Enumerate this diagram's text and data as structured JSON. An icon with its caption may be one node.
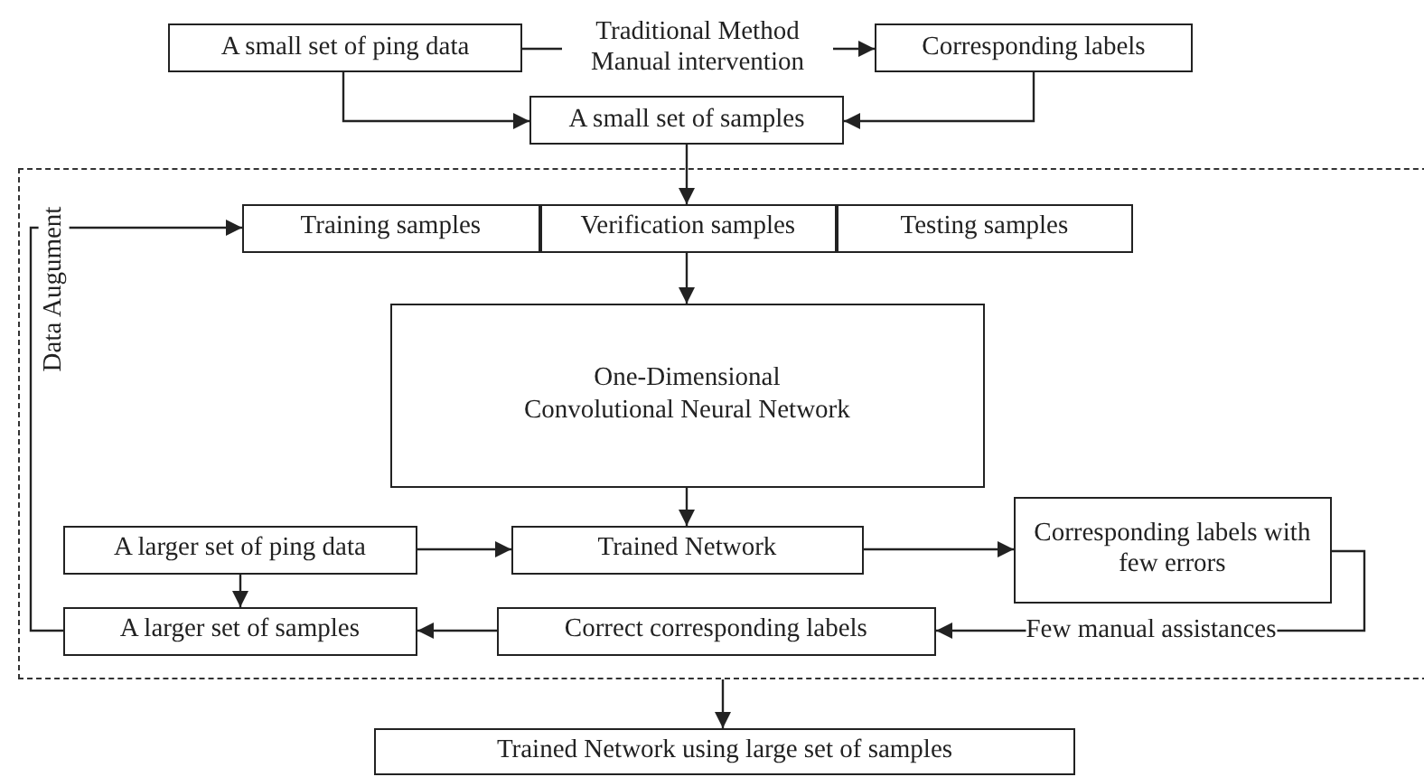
{
  "diagram": {
    "nodes": [
      {
        "text": [
          "A small set of ping data"
        ]
      },
      {
        "text": [
          "Corresponding labels"
        ]
      },
      {
        "text": [
          "A small set of samples"
        ]
      },
      {
        "text": [],
        "shape": "box"
      },
      {
        "text": [
          "Training samples"
        ],
        "in": 3
      },
      {
        "text": [
          "Verification samples"
        ],
        "in": 3
      },
      {
        "text": [
          "Testing samples"
        ],
        "in": 3
      },
      {
        "text": [
          "One-Dimensional Convolutional Neural Network"
        ],
        "in": 3
      },
      {
        "text": [
          "A larger set of ping data"
        ],
        "in": 3
      },
      {
        "text": [
          "Trained Network"
        ],
        "in": 3
      },
      {
        "text": [
          "Corresponding labels with few errors"
        ],
        "in": 3
      },
      {
        "text": [
          "A larger set of samples"
        ],
        "in": 3
      },
      {
        "text": [
          "Correct corresponding labels"
        ],
        "in": 3
      },
      {
        "text": [
          "Trained Network using large set of samples"
        ]
      }
    ],
    "edges": [
      {
        "from": 0,
        "to": 1,
        "arrow": "to",
        "label": "Traditional Method Manual intervention"
      },
      {
        "from": 0,
        "to": 2,
        "arrow": "to"
      },
      {
        "from": 1,
        "to": 2,
        "arrow": "to"
      },
      {
        "from": 2,
        "to": 5,
        "arrow": "to"
      },
      {
        "from": 5,
        "to": 7,
        "arrow": "to"
      },
      {
        "from": 7,
        "to": 9,
        "arrow": "to"
      },
      {
        "from": 8,
        "to": 9,
        "arrow": "to"
      },
      {
        "from": 9,
        "to": 10,
        "arrow": "to"
      },
      {
        "from": 10,
        "to": 12,
        "arrow": "to",
        "label": "Few manual assistances"
      },
      {
        "from": 12,
        "to": 11,
        "arrow": "to"
      },
      {
        "from": 8,
        "to": 11,
        "arrow": "to"
      },
      {
        "from": 11,
        "to": 4,
        "arrow": "to",
        "label": "Data Augument"
      },
      {
        "from": 3,
        "to": 13,
        "arrow": "to"
      }
    ]
  }
}
